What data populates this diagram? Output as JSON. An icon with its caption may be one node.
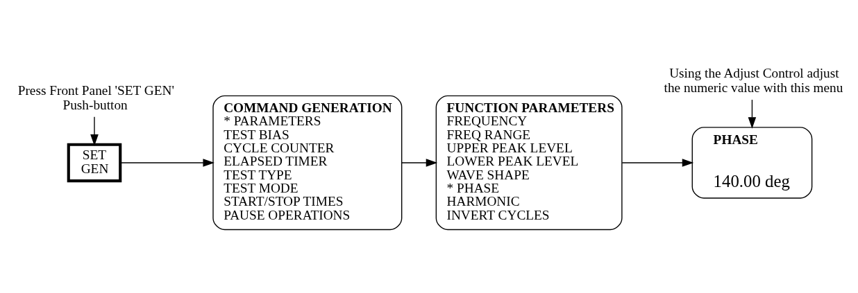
{
  "diagram": {
    "nodes": [
      {
        "text": [
          "Press Front Panel 'SET GEN' Push-button"
        ]
      },
      {
        "text": [
          "SET GEN"
        ]
      },
      {
        "text": [
          "COMMAND GENERATION",
          "* PARAMETERS",
          "TEST BIAS",
          "CYCLE COUNTER",
          "ELAPSED TIMER",
          "TEST TYPE",
          "TEST MODE",
          "START/STOP TIMES",
          "PAUSE OPERATIONS"
        ]
      },
      {
        "text": [
          "FUNCTION PARAMETERS",
          "FREQUENCY",
          "FREQ RANGE",
          "UPPER PEAK LEVEL",
          "LOWER PEAK LEVEL",
          "WAVE SHAPE",
          "* PHASE",
          "HARMONIC",
          "INVERT CYCLES"
        ]
      },
      {
        "text": [
          "Using the Adjust Control adjust the numeric value with this menu"
        ]
      },
      {
        "text": [
          "PHASE",
          "140.00 deg"
        ]
      }
    ],
    "edges": [
      {
        "from": 0,
        "to": 1,
        "arrow": "to"
      },
      {
        "from": 1,
        "to": 2,
        "arrow": "to"
      },
      {
        "from": 2,
        "to": 3,
        "arrow": "to"
      },
      {
        "from": 3,
        "to": 5,
        "arrow": "to"
      },
      {
        "from": 4,
        "to": 5,
        "arrow": "to"
      }
    ]
  }
}
